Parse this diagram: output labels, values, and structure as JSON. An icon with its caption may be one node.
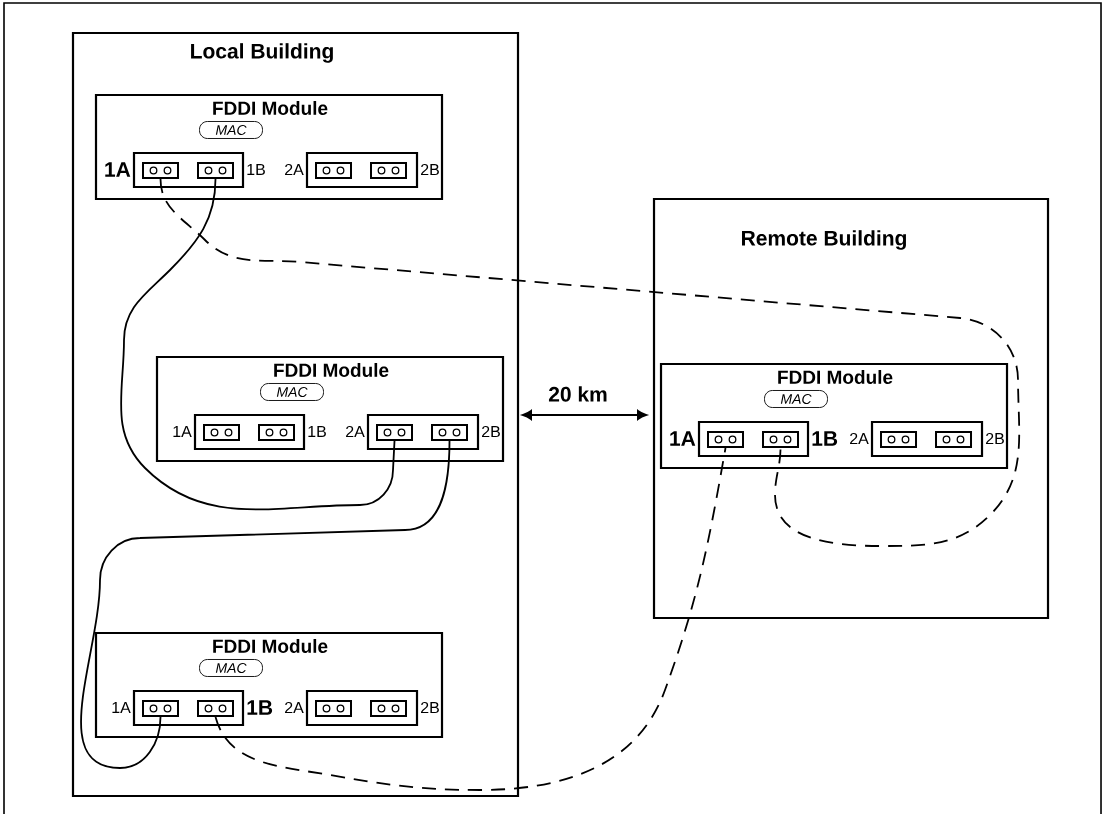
{
  "diagram": {
    "nodes": [
      {
        "text": [
          "Local Building"
        ]
      },
      {
        "text": [
          "FDDI Module"
        ],
        "in": 0
      },
      {
        "text": [
          "MAC"
        ],
        "in": 1
      },
      {
        "text": [],
        "shape": "box",
        "in": 1
      },
      {
        "text": [],
        "shape": "box",
        "in": 3,
        "beside": [
          "1A"
        ]
      },
      {
        "text": [],
        "shape": "box",
        "in": 3,
        "beside": [
          "1B"
        ]
      },
      {
        "text": [],
        "shape": "box",
        "in": 1
      },
      {
        "text": [],
        "shape": "box",
        "in": 6,
        "beside": [
          "2A"
        ]
      },
      {
        "text": [],
        "shape": "box",
        "in": 6,
        "beside": [
          "2B"
        ]
      },
      {
        "text": [
          "FDDI Module"
        ],
        "in": 0
      },
      {
        "text": [
          "MAC"
        ],
        "in": 9
      },
      {
        "text": [],
        "shape": "box",
        "in": 9
      },
      {
        "text": [],
        "shape": "box",
        "in": 11,
        "beside": [
          "1A"
        ]
      },
      {
        "text": [],
        "shape": "box",
        "in": 11,
        "beside": [
          "1B"
        ]
      },
      {
        "text": [],
        "shape": "box",
        "in": 9
      },
      {
        "text": [],
        "shape": "box",
        "in": 14,
        "beside": [
          "2A"
        ]
      },
      {
        "text": [],
        "shape": "box",
        "in": 14,
        "beside": [
          "2B"
        ]
      },
      {
        "text": [
          "FDDI Module"
        ],
        "in": 0
      },
      {
        "text": [
          "MAC"
        ],
        "in": 17
      },
      {
        "text": [],
        "shape": "box",
        "in": 17
      },
      {
        "text": [],
        "shape": "box",
        "in": 19,
        "beside": [
          "1A"
        ]
      },
      {
        "text": [],
        "shape": "box",
        "in": 19,
        "beside": [
          "1B"
        ]
      },
      {
        "text": [],
        "shape": "box",
        "in": 17
      },
      {
        "text": [],
        "shape": "box",
        "in": 22,
        "beside": [
          "2A"
        ]
      },
      {
        "text": [],
        "shape": "box",
        "in": 22,
        "beside": [
          "2B"
        ]
      },
      {
        "text": [
          "Remote Building"
        ]
      },
      {
        "text": [
          "FDDI Module"
        ],
        "in": 25
      },
      {
        "text": [
          "MAC"
        ],
        "in": 26
      },
      {
        "text": [],
        "shape": "box",
        "in": 26
      },
      {
        "text": [],
        "shape": "box",
        "in": 28,
        "beside": [
          "1A"
        ]
      },
      {
        "text": [],
        "shape": "box",
        "in": 28,
        "beside": [
          "1B"
        ]
      },
      {
        "text": [],
        "shape": "box",
        "in": 26
      },
      {
        "text": [],
        "shape": "box",
        "in": 31,
        "beside": [
          "2A"
        ]
      },
      {
        "text": [],
        "shape": "box",
        "in": 31,
        "beside": [
          "2B"
        ]
      }
    ],
    "edges": [
      {
        "from": 4,
        "to": 30,
        "arrow": "none",
        "style": "dashed"
      },
      {
        "from": 5,
        "to": 15,
        "arrow": "none"
      },
      {
        "from": 16,
        "to": 20,
        "arrow": "none"
      },
      {
        "from": 21,
        "to": 29,
        "arrow": "none",
        "style": "dashed"
      }
    ],
    "labels": [
      "20 km"
    ]
  }
}
